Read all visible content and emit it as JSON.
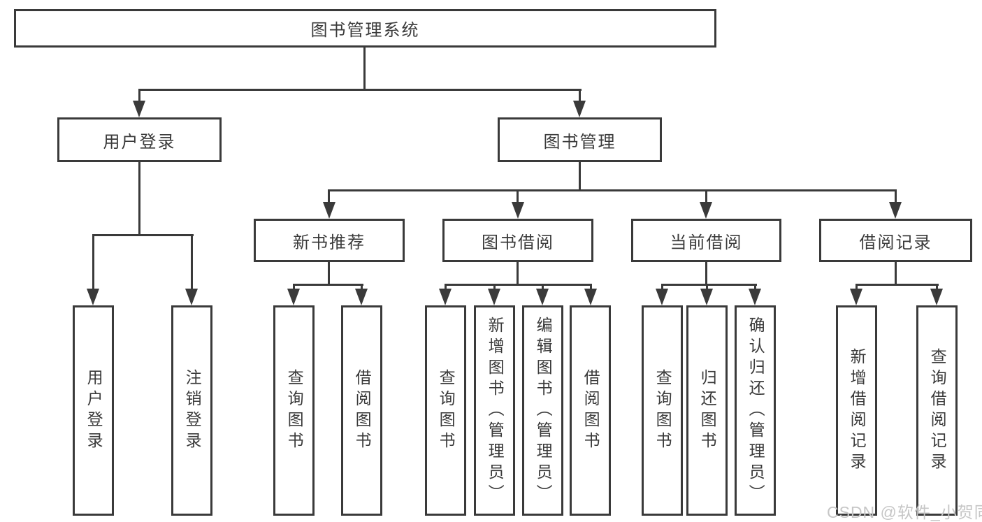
{
  "diagram_title": "图书管理系统",
  "tree": {
    "label": "图书管理系统",
    "children": [
      {
        "label": "用户登录",
        "children": [
          {
            "label": "用户登录"
          },
          {
            "label": "注销登录"
          }
        ]
      },
      {
        "label": "图书管理",
        "children": [
          {
            "label": "新书推荐",
            "children": [
              {
                "label": "查询图书"
              },
              {
                "label": "借阅图书"
              }
            ]
          },
          {
            "label": "图书借阅",
            "children": [
              {
                "label": "查询图书"
              },
              {
                "label": "新增图书（管理员）"
              },
              {
                "label": "编辑图书（管理员）"
              },
              {
                "label": "借阅图书"
              }
            ]
          },
          {
            "label": "当前借阅",
            "children": [
              {
                "label": "查询图书"
              },
              {
                "label": "归还图书"
              },
              {
                "label": "确认归还（管理员）"
              }
            ]
          },
          {
            "label": "借阅记录",
            "children": [
              {
                "label": "新增借阅记录"
              },
              {
                "label": "查询借阅记录"
              }
            ]
          }
        ]
      }
    ]
  },
  "watermark": "CSDN @软件_小贺同学",
  "colors": {
    "line": "#3a3a3a",
    "text": "#3a3a3a",
    "box_background": "#ffffff",
    "page_background": "#ffffff",
    "watermark": "#c6c6c6"
  }
}
